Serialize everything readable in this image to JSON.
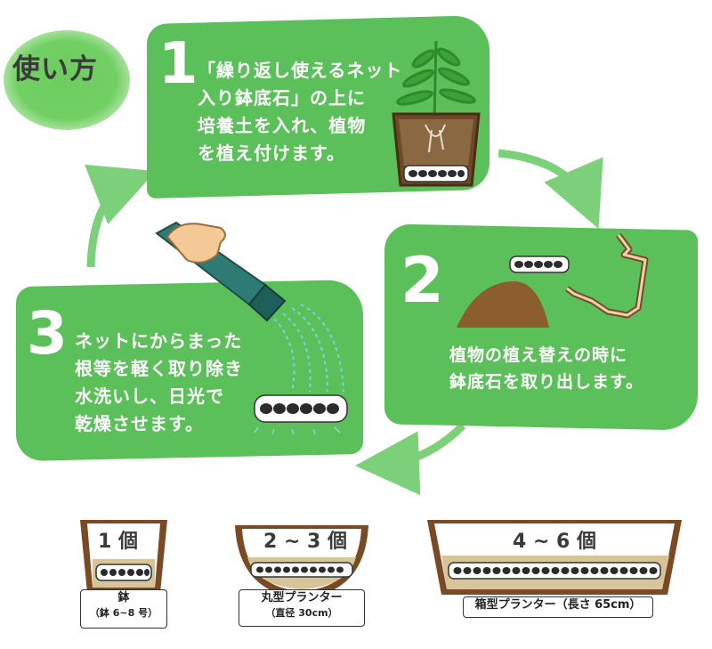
{
  "title": "使い方",
  "steps": [
    {
      "number": "1",
      "lines": [
        "「繰り返し使えるネット",
        "入り鉢底石」の上に",
        "培養土を入れ、植物",
        "を植え付けます。"
      ]
    },
    {
      "number": "2",
      "lines": [
        "植物の植え替えの時に",
        "鉢底石を取り出します。"
      ]
    },
    {
      "number": "3",
      "lines": [
        "ネットにからまった",
        "根等を軽く取り除き",
        "水洗いし、日光で",
        "乾燥させます。"
      ]
    }
  ],
  "pots": [
    {
      "count": "1 個",
      "label": "鉢",
      "sub": "（鉢 6~8 号）"
    },
    {
      "count": "2 ~ 3 個",
      "label": "丸型プランター",
      "sub": "（直径 30cm）"
    },
    {
      "count": "4 ~ 6 個",
      "label": "箱型プランター（長さ 65cm）",
      "sub": ""
    }
  ],
  "colors": {
    "panel": "#5cc05a",
    "arrow": "#7dd07a",
    "soil": "#9a6b3a",
    "pot_wall": "#7a4a24",
    "pot_fill": "#d8c499"
  },
  "icons": [
    "watering-can-icon",
    "hand-icon",
    "plant-icon",
    "net-stone-icon",
    "arrow-icon"
  ]
}
